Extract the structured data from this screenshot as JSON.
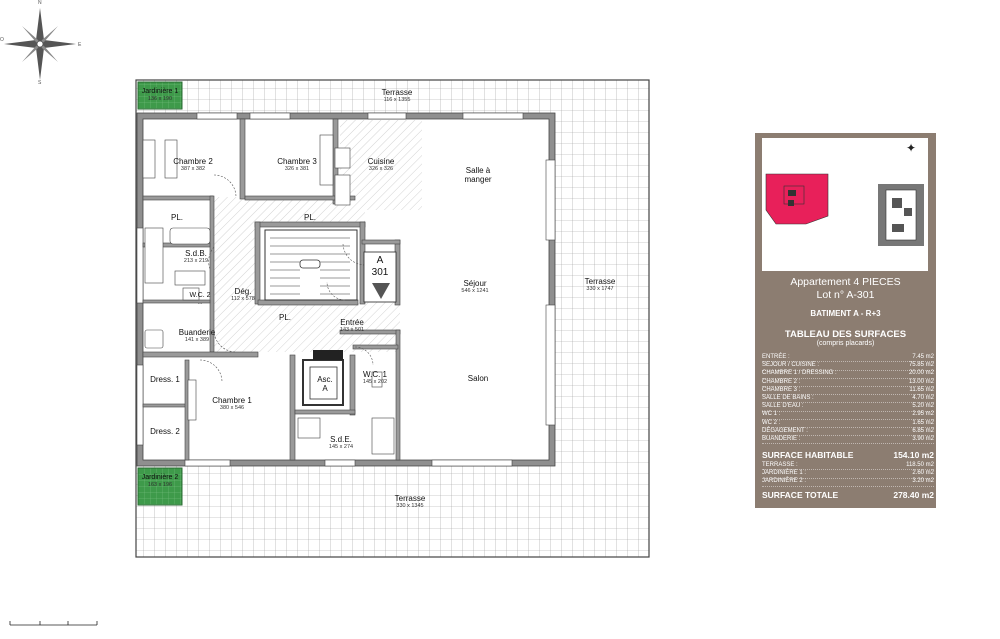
{
  "compass": {
    "n": "N",
    "e": "E",
    "s": "S",
    "o": "O"
  },
  "rooms": [
    {
      "key": "jardiniere1",
      "name": "Jardinière 1",
      "dims": "136 x 190"
    },
    {
      "key": "terrasse_n",
      "name": "Terrasse",
      "dims": "116 x 1355"
    },
    {
      "key": "chambre2",
      "name": "Chambre 2",
      "dims": "387 x 382"
    },
    {
      "key": "chambre3",
      "name": "Chambre 3",
      "dims": "326 x 381"
    },
    {
      "key": "cuisine",
      "name": "Cuisine",
      "dims": "326 x 326"
    },
    {
      "key": "salle_manger",
      "name": "Salle à\nmanger",
      "dims": ""
    },
    {
      "key": "pl1",
      "name": "PL.",
      "dims": ""
    },
    {
      "key": "pl2",
      "name": "PL.",
      "dims": ""
    },
    {
      "key": "sdb",
      "name": "S.d.B.",
      "dims": "213 x 219"
    },
    {
      "key": "deg",
      "name": "Dég.",
      "dims": "112 x 578"
    },
    {
      "key": "wc2",
      "name": "W.C. 2",
      "dims": "..."
    },
    {
      "key": "buanderie",
      "name": "Buanderie",
      "dims": "141 x 389"
    },
    {
      "key": "sejour",
      "name": "Séjour",
      "dims": "546 x 1241"
    },
    {
      "key": "terrasse_e",
      "name": "Terrasse",
      "dims": "330 x 1747"
    },
    {
      "key": "pl3",
      "name": "PL.",
      "dims": ""
    },
    {
      "key": "entree",
      "name": "Entrée",
      "dims": "143 x 501"
    },
    {
      "key": "dress1",
      "name": "Dress. 1",
      "dims": ""
    },
    {
      "key": "chambre1",
      "name": "Chambre 1",
      "dims": "380 x 546"
    },
    {
      "key": "dress2",
      "name": "Dress. 2",
      "dims": ""
    },
    {
      "key": "asc",
      "name": "Asc.\nA",
      "dims": ""
    },
    {
      "key": "wc1",
      "name": "W.C. 1",
      "dims": "145 x 202"
    },
    {
      "key": "salon",
      "name": "Salon",
      "dims": ""
    },
    {
      "key": "sde",
      "name": "S.d.E.",
      "dims": "145 x 274"
    },
    {
      "key": "jardiniere2",
      "name": "Jardinière 2",
      "dims": "163 x 196"
    },
    {
      "key": "terrasse_s",
      "name": "Terrasse",
      "dims": "330 x 1345"
    }
  ],
  "stair_tag": {
    "letter": "A",
    "number": "301"
  },
  "panel": {
    "title1": "Appartement 4 PIECES",
    "title2": "Lot n° A-301",
    "batiment": "BATIMENT A - R+3",
    "tableau": "TABLEAU DES SURFACES",
    "tableau_sub": "(compris placards)",
    "rows": [
      {
        "label": "ENTRÉE :",
        "value": "7.45 m2"
      },
      {
        "label": "SEJOUR / CUISINE :",
        "value": "75.85 m2"
      },
      {
        "label": "CHAMBRE 1 / DRESSING :",
        "value": "20.00 m2"
      },
      {
        "label": "CHAMBRE 2 :",
        "value": "13.00 m2"
      },
      {
        "label": "CHAMBRE 3 :",
        "value": "11.65 m2"
      },
      {
        "label": "SALLE DE BAINS :",
        "value": "4.70 m2"
      },
      {
        "label": "SALLE D'EAU :",
        "value": "5.20 m2"
      },
      {
        "label": "WC 1 :",
        "value": "2.95 m2"
      },
      {
        "label": "WC 2 :",
        "value": "1.65 m2"
      },
      {
        "label": "DÉGAGEMENT :",
        "value": "6.85 m2"
      },
      {
        "label": "BUANDERIE :",
        "value": "3.90 m2"
      }
    ],
    "habitable_label": "SURFACE HABITABLE",
    "habitable_value": "154.10 m2",
    "ext_rows": [
      {
        "label": "TERRASSE :",
        "value": "118.50 m2"
      },
      {
        "label": "JARDINIÈRE 1 :",
        "value": "2.60 m2"
      },
      {
        "label": "JARDINIÈRE 2 :",
        "value": "3.20 m2"
      }
    ],
    "totale_label": "SURFACE TOTALE",
    "totale_value": "278.40 m2"
  },
  "colors": {
    "highlight": "#e8205a",
    "panel": "#8c7d71",
    "wall": "#9a9a9a",
    "jardiniere": "#3e9a4a"
  }
}
